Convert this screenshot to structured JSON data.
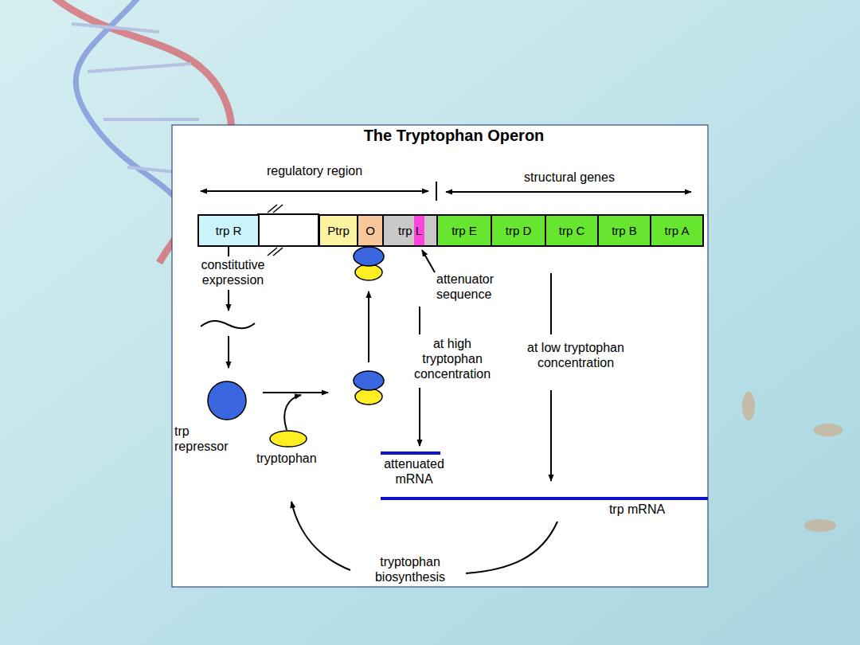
{
  "diagram": {
    "title": "The Tryptophan Operon",
    "nodes": [
      {
        "text": [
          "trp R"
        ]
      },
      {
        "text": [
          "Ptrp"
        ]
      },
      {
        "text": [
          "O"
        ]
      },
      {
        "text": [
          "trp L"
        ]
      },
      {
        "text": [
          "trp E"
        ]
      },
      {
        "text": [
          "trp D"
        ]
      },
      {
        "text": [
          "trp C"
        ]
      },
      {
        "text": [
          "trp B"
        ]
      },
      {
        "text": [
          "trp A"
        ]
      }
    ],
    "labels": [
      "regulatory region",
      "structural genes",
      "constitutive expression",
      "attenuator sequence",
      "at high tryptophan concentration",
      "at low tryptophan concentration",
      "trp repressor",
      "tryptophan",
      "attenuated mRNA",
      "trp mRNA",
      "tryptophan biosynthesis"
    ]
  }
}
